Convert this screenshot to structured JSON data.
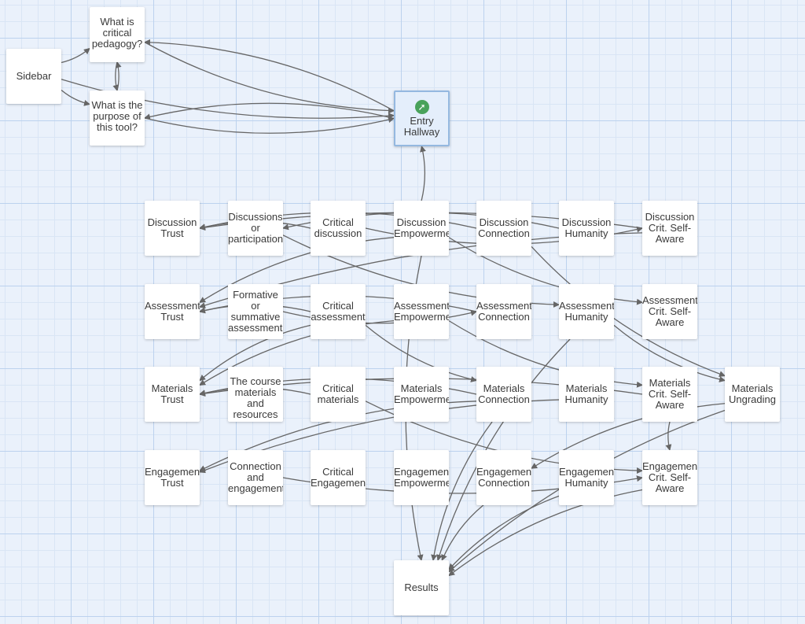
{
  "story_map": {
    "passages": [
      {
        "id": "sidebar",
        "label": "Sidebar"
      },
      {
        "id": "what-is-critical-pedagogy",
        "label": "What is critical pedagogy?"
      },
      {
        "id": "purpose-of-tool",
        "label": "What is the purpose of this tool?"
      },
      {
        "id": "entry-hallway",
        "label": "Entry Hallway",
        "start": true,
        "icon": "rocket-icon"
      },
      {
        "id": "discussion-trust",
        "label": "Discussion Trust"
      },
      {
        "id": "discussions-or-participation",
        "label": "Discussions or participation"
      },
      {
        "id": "critical-discussion",
        "label": "Critical discussion"
      },
      {
        "id": "discussion-empowerment",
        "label": "Discussion Empowerment"
      },
      {
        "id": "discussion-connection",
        "label": "Discussion Connection"
      },
      {
        "id": "discussion-humanity",
        "label": "Discussion Humanity"
      },
      {
        "id": "discussion-crit-self-aware",
        "label": "Discussion Crit. Self-Aware"
      },
      {
        "id": "assessment-trust",
        "label": "Assessment Trust"
      },
      {
        "id": "formative-or-summative",
        "label": "Formative or summative assessments"
      },
      {
        "id": "critical-assessment",
        "label": "Critical assessment"
      },
      {
        "id": "assessment-empowerment",
        "label": "Assessment Empowerment"
      },
      {
        "id": "assessment-connection",
        "label": "Assessment Connection"
      },
      {
        "id": "assessment-humanity",
        "label": "Assessment Humanity"
      },
      {
        "id": "assessment-crit-self-aware",
        "label": "Assessment Crit. Self-Aware"
      },
      {
        "id": "materials-trust",
        "label": "Materials Trust"
      },
      {
        "id": "course-materials",
        "label": "The course materials and resources"
      },
      {
        "id": "critical-materials",
        "label": "Critical materials"
      },
      {
        "id": "materials-empowerment",
        "label": "Materials Empowerment"
      },
      {
        "id": "materials-connection",
        "label": "Materials Connection"
      },
      {
        "id": "materials-humanity",
        "label": "Materials Humanity"
      },
      {
        "id": "materials-crit-self-aware",
        "label": "Materials Crit. Self-Aware"
      },
      {
        "id": "materials-ungrading",
        "label": "Materials Ungrading"
      },
      {
        "id": "engagement-trust",
        "label": "Engagement Trust"
      },
      {
        "id": "connection-and-engagement",
        "label": "Connection and engagement"
      },
      {
        "id": "critical-engagement",
        "label": "Critical Engagement"
      },
      {
        "id": "engagement-empowerment",
        "label": "Engagement Empowerment"
      },
      {
        "id": "engagement-connection",
        "label": "Engagement Connection"
      },
      {
        "id": "engagement-humanity",
        "label": "Engagement Humanity"
      },
      {
        "id": "engagement-crit-self-aware",
        "label": "Engagement Crit. Self-Aware"
      },
      {
        "id": "results",
        "label": "Results"
      }
    ],
    "links": [
      [
        "sidebar",
        "what-is-critical-pedagogy"
      ],
      [
        "sidebar",
        "purpose-of-tool"
      ],
      [
        "sidebar",
        "entry-hallway"
      ],
      [
        "what-is-critical-pedagogy",
        "purpose-of-tool"
      ],
      [
        "purpose-of-tool",
        "what-is-critical-pedagogy"
      ],
      [
        "what-is-critical-pedagogy",
        "entry-hallway"
      ],
      [
        "entry-hallway",
        "what-is-critical-pedagogy"
      ],
      [
        "purpose-of-tool",
        "entry-hallway"
      ],
      [
        "entry-hallway",
        "purpose-of-tool"
      ],
      [
        "discussion-empowerment",
        "entry-hallway"
      ],
      [
        "critical-discussion",
        "discussion-trust"
      ],
      [
        "discussion-connection",
        "discussion-trust"
      ],
      [
        "discussion-crit-self-aware",
        "discussion-trust"
      ],
      [
        "discussion-humanity",
        "discussions-or-participation"
      ],
      [
        "discussions-or-participation",
        "assessment-humanity"
      ],
      [
        "critical-discussion",
        "discussion-crit-self-aware"
      ],
      [
        "discussion-empowerment",
        "assessment-crit-self-aware"
      ],
      [
        "discussion-empowerment",
        "results"
      ],
      [
        "discussion-connection",
        "materials-ungrading"
      ],
      [
        "critical-assessment",
        "assessment-trust"
      ],
      [
        "discussion-empowerment",
        "assessment-trust"
      ],
      [
        "assessment-connection",
        "assessment-trust"
      ],
      [
        "discussion-crit-self-aware",
        "assessment-trust"
      ],
      [
        "formative-or-summative",
        "assessment-connection"
      ],
      [
        "critical-assessment",
        "materials-trust"
      ],
      [
        "assessment-empowerment",
        "materials-trust"
      ],
      [
        "critical-assessment",
        "materials-connection"
      ],
      [
        "assessment-empowerment",
        "materials-crit-self-aware"
      ],
      [
        "assessment-humanity",
        "materials-ungrading"
      ],
      [
        "assessment-humanity",
        "results"
      ],
      [
        "critical-materials",
        "materials-trust"
      ],
      [
        "materials-connection",
        "materials-trust"
      ],
      [
        "materials-crit-self-aware",
        "materials-trust"
      ],
      [
        "critical-materials",
        "engagement-crit-self-aware"
      ],
      [
        "materials-connection",
        "engagement-trust"
      ],
      [
        "materials-humanity",
        "engagement-trust"
      ],
      [
        "materials-crit-self-aware",
        "engagement-crit-self-aware"
      ],
      [
        "materials-ungrading",
        "results"
      ],
      [
        "materials-ungrading",
        "engagement-connection"
      ],
      [
        "connection-and-engagement",
        "engagement-crit-self-aware"
      ],
      [
        "engagement-connection",
        "results"
      ],
      [
        "engagement-humanity",
        "results"
      ],
      [
        "engagement-crit-self-aware",
        "results"
      ],
      [
        "materials-connection",
        "results"
      ]
    ]
  },
  "colors": {
    "grid": "#bcd2ee",
    "card": "#ffffff",
    "start_card": "#e4eefb",
    "start_border": "#94b8e0",
    "start_icon": "#49a25b",
    "arrow": "#666666"
  }
}
